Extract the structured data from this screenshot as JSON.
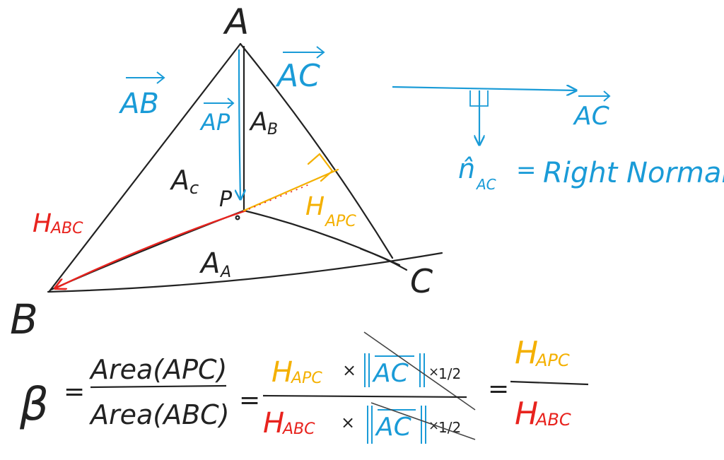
{
  "colors": {
    "ink": "#222222",
    "blue": "#1a9bd7",
    "red": "#e8231e",
    "orange": "#f4b000",
    "background": "#ffffff"
  },
  "diagram": {
    "vertices": {
      "A": "A",
      "B": "B",
      "C": "C",
      "P": "P"
    },
    "vectors": {
      "ab": "AB",
      "ac": "AC",
      "ap": "AP",
      "ac_right": "AC"
    },
    "regions": {
      "a_b": "A",
      "a_b_sub": "B",
      "a_c": "A",
      "a_c_sub": "c",
      "a_a": "A",
      "a_a_sub": "A"
    },
    "heights": {
      "h_abc": "H",
      "h_abc_sub": "ABC",
      "h_apc": "H",
      "h_apc_sub": "APC"
    },
    "normal": {
      "symbol": "n̂",
      "subscript": "AC",
      "equals": "=",
      "text": "Right Normal"
    }
  },
  "equation": {
    "lhs": "β",
    "eq1": "=",
    "num1": "Area(APC)",
    "den1": "Area(ABC)",
    "eq2": "=",
    "num2_h": "H",
    "num2_h_sub": "APC",
    "num2_times": "×",
    "num2_norm": "AC",
    "num2_times2": "×",
    "num2_half": "1/2",
    "den2_h": "H",
    "den2_h_sub": "ABC",
    "den2_times": "×",
    "den2_norm": "AC",
    "den2_times2": "×",
    "den2_half": "1/2",
    "eq3": "=",
    "num3_h": "H",
    "num3_h_sub": "APC",
    "den3_h": "H",
    "den3_h_sub": "ABC"
  }
}
